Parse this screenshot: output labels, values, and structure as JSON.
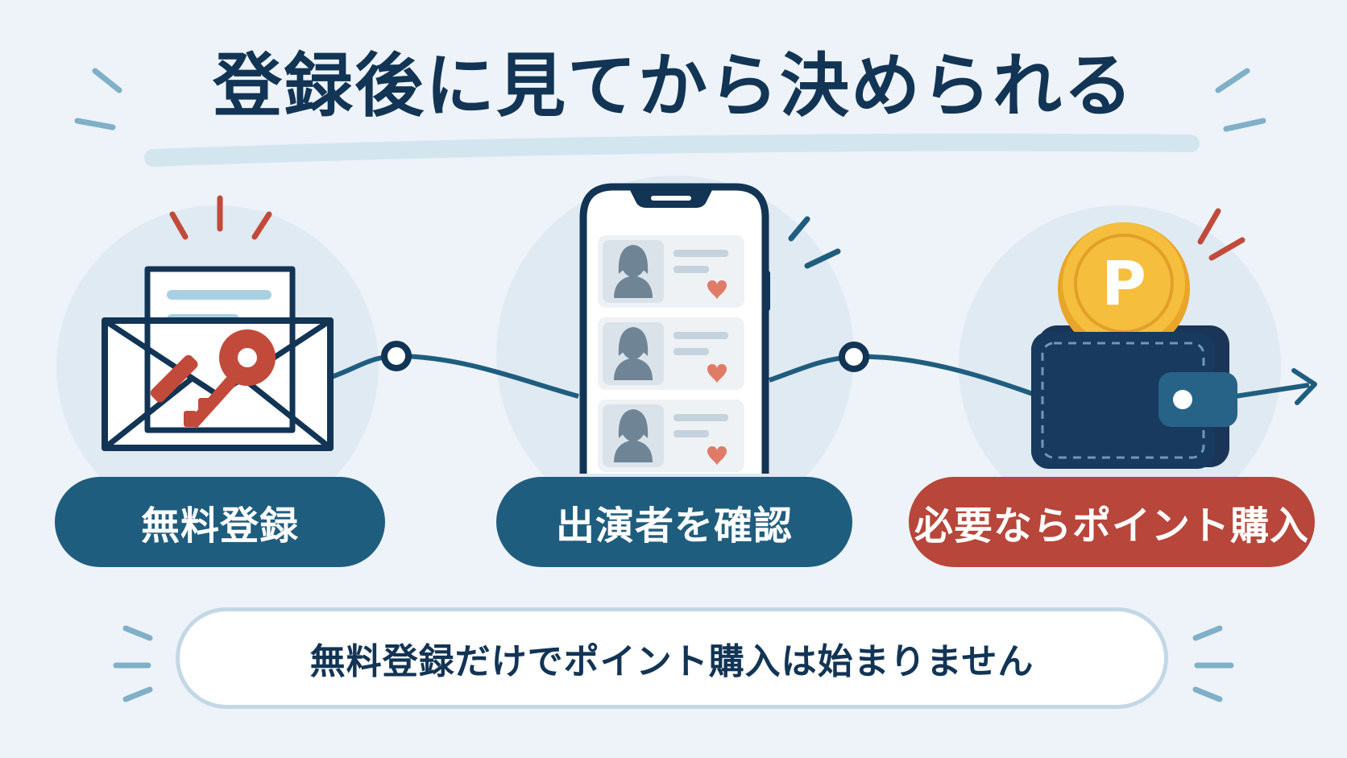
{
  "title": "登録後に見てから決められる",
  "steps": [
    {
      "label": "無料登録",
      "icon": "envelope-key-icon",
      "color": "#1f5d7f"
    },
    {
      "label": "出演者を確認",
      "icon": "smartphone-profiles-icon",
      "color": "#1f5d7f"
    },
    {
      "label": "必要ならポイント購入",
      "icon": "wallet-coin-icon",
      "color": "#b8463a"
    }
  ],
  "coin_letter": "P",
  "note": "無料登録だけでポイント購入は始まりません",
  "colors": {
    "background": "#edf3f8",
    "navy": "#123455",
    "blue": "#1f5d7f",
    "red": "#b8463a",
    "gold": "#f2b531"
  }
}
